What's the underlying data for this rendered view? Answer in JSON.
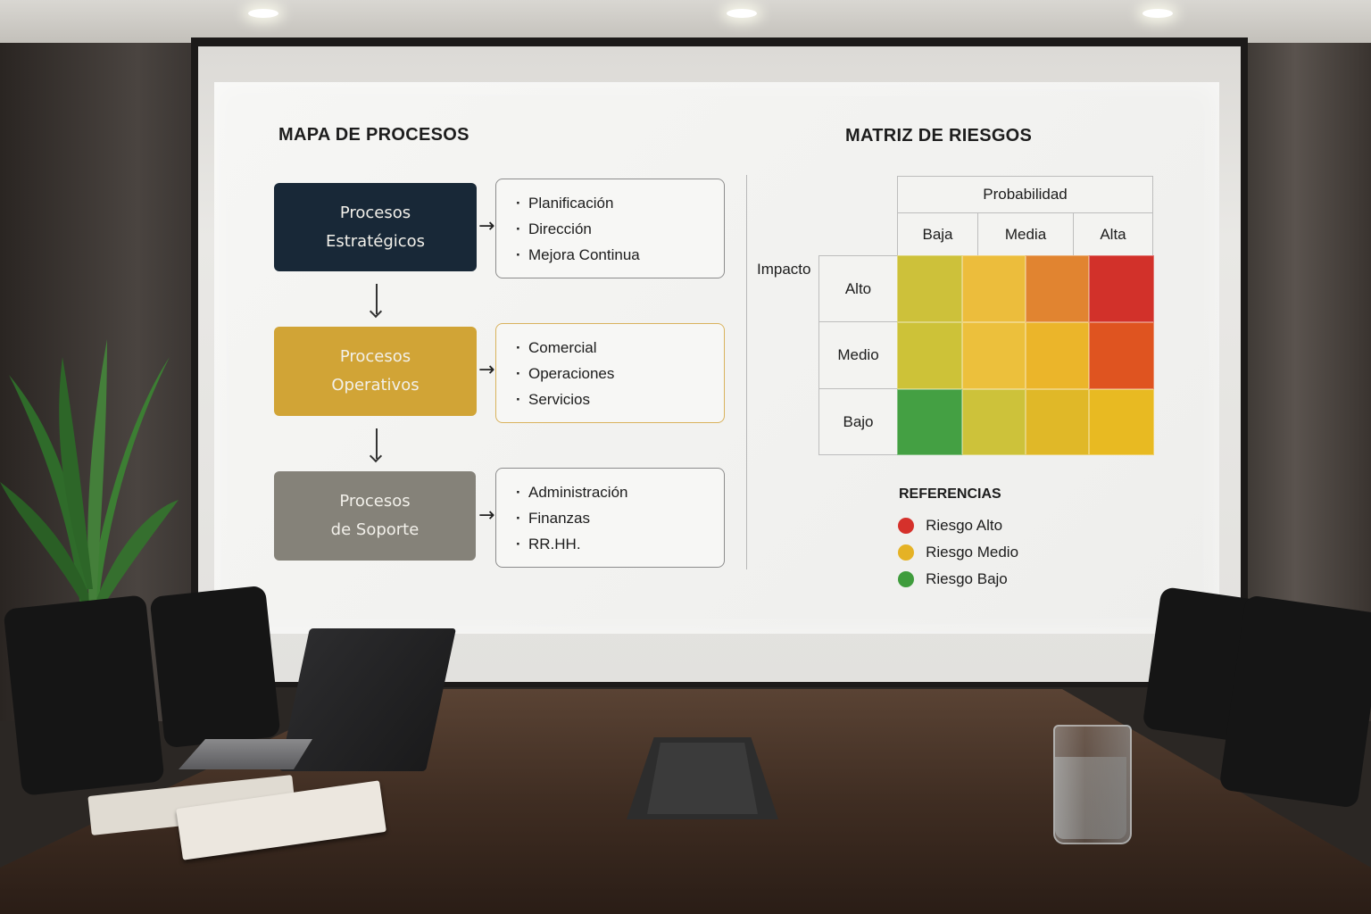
{
  "left_panel": {
    "title": "MAPA DE PROCESOS",
    "processes": [
      {
        "label": "Procesos\nEstratégicos",
        "color": "#182837",
        "items": [
          "Planificación",
          "Dirección",
          "Mejora Continua"
        ]
      },
      {
        "label": "Procesos\nOperativos",
        "color": "#d1a436",
        "items": [
          "Comercial",
          "Operaciones",
          "Servicios"
        ]
      },
      {
        "label": "Procesos\nde Soporte",
        "color": "#858279",
        "items": [
          "Administración",
          "Finanzas",
          "RR.HH."
        ]
      }
    ]
  },
  "right_panel": {
    "title": "MATRIZ DE RIESGOS",
    "prob_header": "Probabilidad",
    "prob_levels": [
      "Baja",
      "Media",
      "Alta"
    ],
    "impact_header": "Impacto",
    "impact_levels": [
      "Alto",
      "Medio",
      "Bajo"
    ],
    "matrix_colors": [
      [
        "#cdc13a",
        "#ecbd3c",
        "#e18430",
        "#d2312a"
      ],
      [
        "#cdc238",
        "#ecc03c",
        "#ebb52a",
        "#df5420"
      ],
      [
        "#44a043",
        "#cdc23a",
        "#e0b828",
        "#e8ba22"
      ]
    ],
    "legend_title": "REFERENCIAS",
    "legend": [
      {
        "label": "Riesgo Alto",
        "color": "#d5312b"
      },
      {
        "label": "Riesgo Medio",
        "color": "#e5b225"
      },
      {
        "label": "Riesgo Bajo",
        "color": "#3f9c3c"
      }
    ]
  }
}
